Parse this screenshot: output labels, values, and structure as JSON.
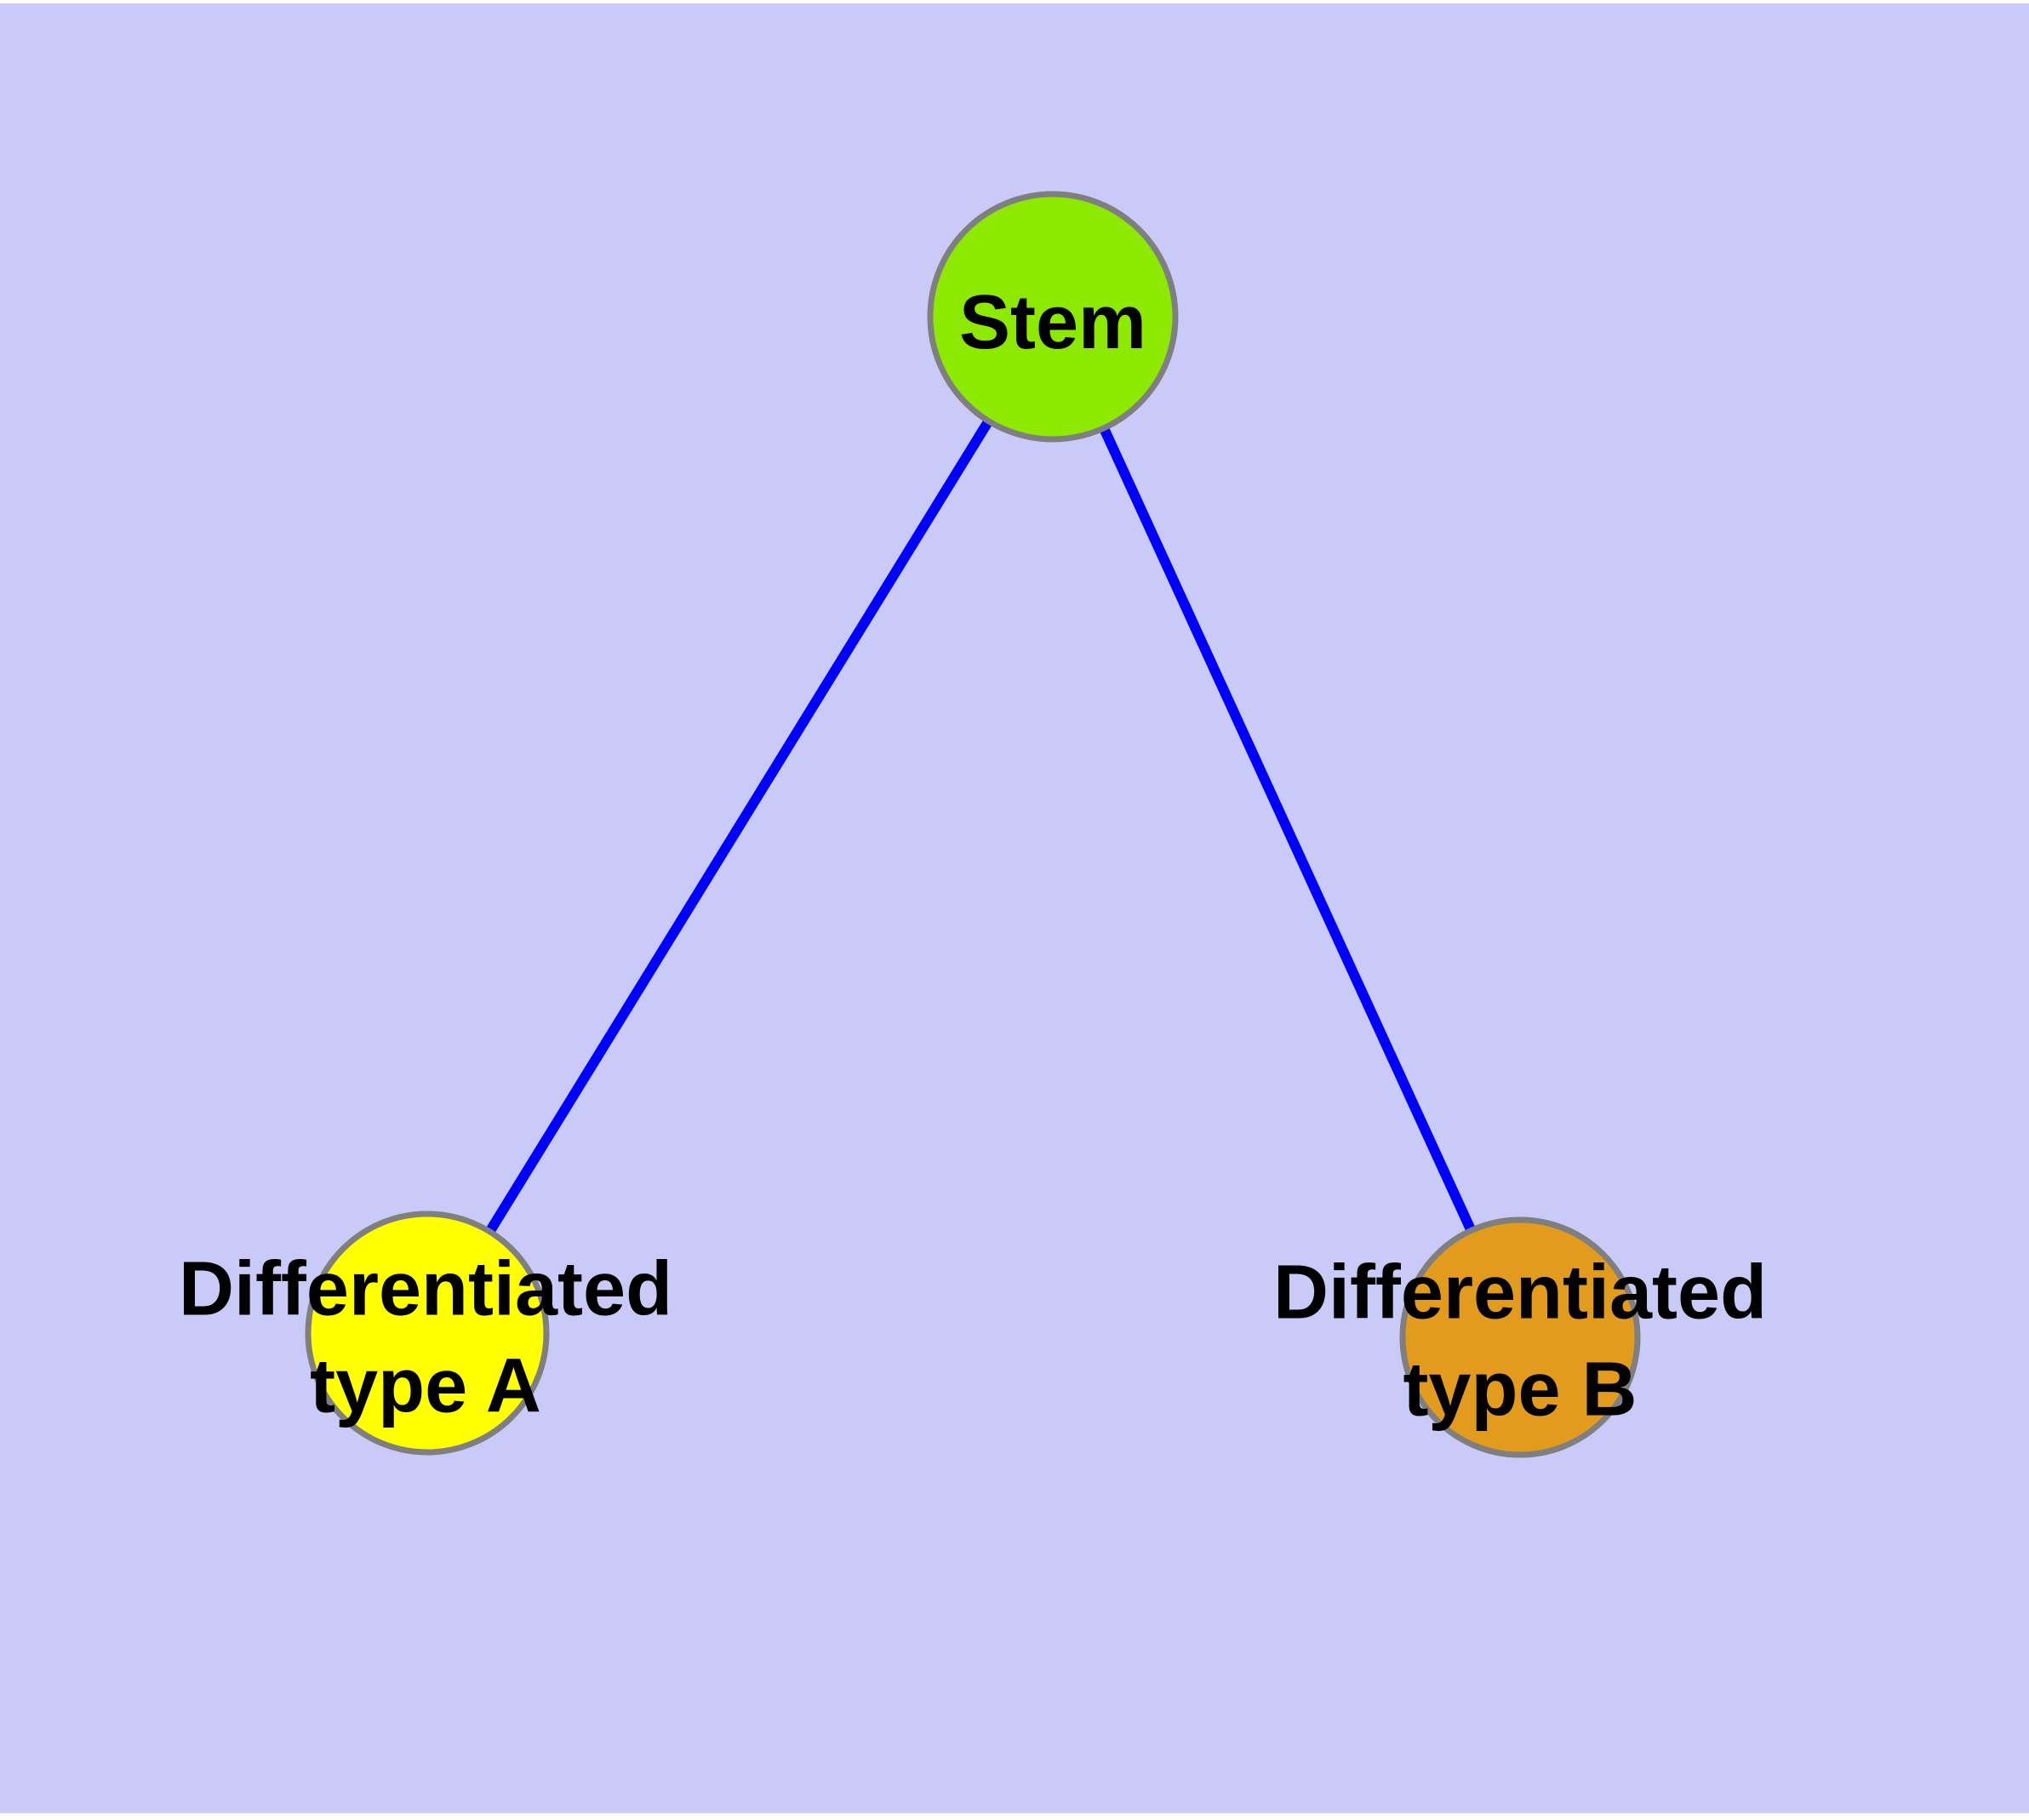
{
  "diagram": {
    "title": "",
    "background_color": "#CACAF8",
    "edge_color": "#0000FF",
    "node_border_color": "#7F7F7F",
    "nodes": [
      {
        "id": "stem",
        "label": "Stem",
        "color": "#8EE900"
      },
      {
        "id": "type-a",
        "label": "Differentiated\ntype A",
        "color": "#FFFF00"
      },
      {
        "id": "type-b",
        "label": "Differentiated\ntype B",
        "color": "#E39B1E"
      }
    ],
    "edges": [
      {
        "from": "Stem",
        "to": "Differentiated type A"
      },
      {
        "from": "Stem",
        "to": "Differentiated type B"
      }
    ]
  }
}
